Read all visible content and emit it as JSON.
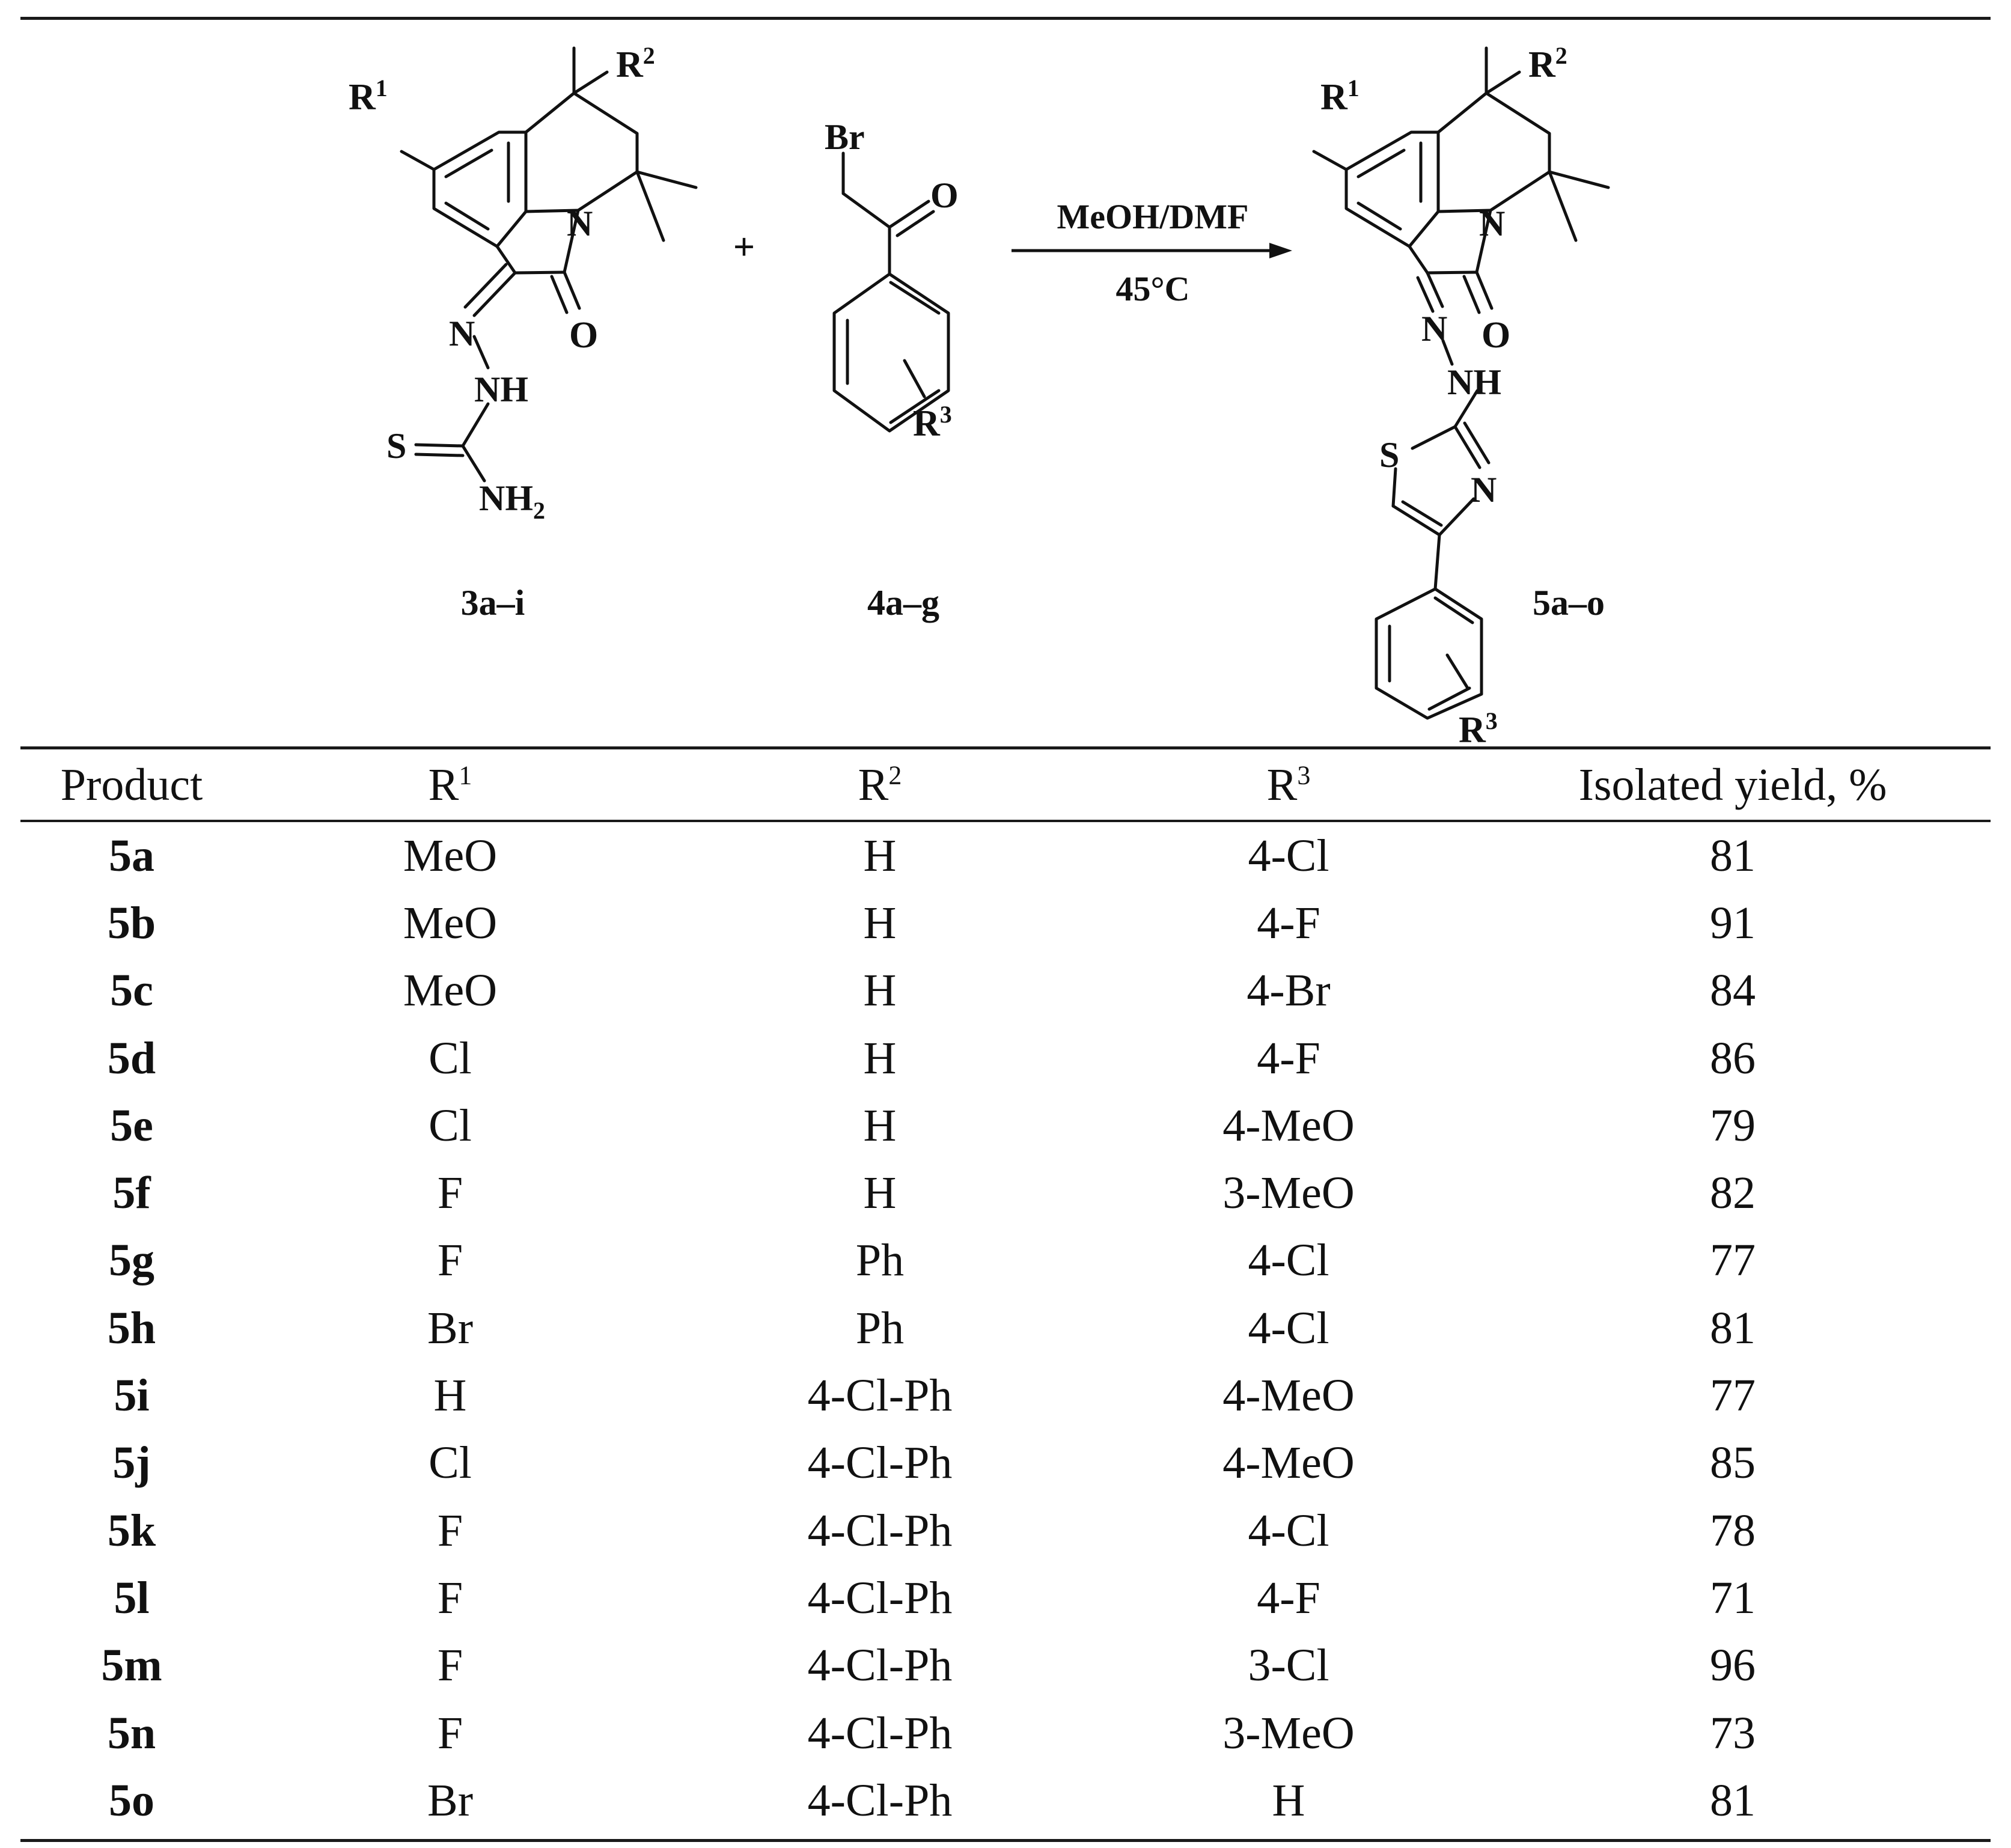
{
  "scheme": {
    "reagent_3": {
      "r1": "R",
      "r1_sup": "1",
      "r2": "R",
      "r2_sup": "2",
      "n": "N",
      "o": "O",
      "hydrazone_n": "N",
      "nh": "NH",
      "s": "S",
      "nh2": "NH",
      "nh2_sub": "2",
      "label": "3a–i"
    },
    "plus": "+",
    "reagent_4": {
      "br": "Br",
      "o": "O",
      "r3": "R",
      "r3_sup": "3",
      "label": "4a–g"
    },
    "conditions": {
      "solvent": "MeOH/DMF",
      "temperature": "45°C"
    },
    "product_5": {
      "r1": "R",
      "r1_sup": "1",
      "r2": "R",
      "r2_sup": "2",
      "n": "N",
      "o": "O",
      "hydrazone_n": "N",
      "nh": "NH",
      "s": "S",
      "thiazole_n": "N",
      "r3": "R",
      "r3_sup": "3",
      "label": "5a–o"
    }
  },
  "table": {
    "headers": {
      "product": "Product",
      "r1": "R",
      "r1_sup": "1",
      "r2": "R",
      "r2_sup": "2",
      "r3": "R",
      "r3_sup": "3",
      "yield": "Isolated yield, %"
    },
    "rows": [
      {
        "product": "5a",
        "r1": "MeO",
        "r2": "H",
        "r3": "4-Cl",
        "yield": "81"
      },
      {
        "product": "5b",
        "r1": "MeO",
        "r2": "H",
        "r3": "4-F",
        "yield": "91"
      },
      {
        "product": "5c",
        "r1": "MeO",
        "r2": "H",
        "r3": "4-Br",
        "yield": "84"
      },
      {
        "product": "5d",
        "r1": "Cl",
        "r2": "H",
        "r3": "4-F",
        "yield": "86"
      },
      {
        "product": "5e",
        "r1": "Cl",
        "r2": "H",
        "r3": "4-MeO",
        "yield": "79"
      },
      {
        "product": "5f",
        "r1": "F",
        "r2": "H",
        "r3": "3-MeO",
        "yield": "82"
      },
      {
        "product": "5g",
        "r1": "F",
        "r2": "Ph",
        "r3": "4-Cl",
        "yield": "77"
      },
      {
        "product": "5h",
        "r1": "Br",
        "r2": "Ph",
        "r3": "4-Cl",
        "yield": "81"
      },
      {
        "product": "5i",
        "r1": "H",
        "r2": "4-Cl-Ph",
        "r3": "4-MeO",
        "yield": "77"
      },
      {
        "product": "5j",
        "r1": "Cl",
        "r2": "4-Cl-Ph",
        "r3": "4-MeO",
        "yield": "85"
      },
      {
        "product": "5k",
        "r1": "F",
        "r2": "4-Cl-Ph",
        "r3": "4-Cl",
        "yield": "78"
      },
      {
        "product": "5l",
        "r1": "F",
        "r2": "4-Cl-Ph",
        "r3": "4-F",
        "yield": "71"
      },
      {
        "product": "5m",
        "r1": "F",
        "r2": "4-Cl-Ph",
        "r3": "3-Cl",
        "yield": "96"
      },
      {
        "product": "5n",
        "r1": "F",
        "r2": "4-Cl-Ph",
        "r3": "3-MeO",
        "yield": "73"
      },
      {
        "product": "5o",
        "r1": "Br",
        "r2": "4-Cl-Ph",
        "r3": "H",
        "yield": "81"
      }
    ]
  }
}
